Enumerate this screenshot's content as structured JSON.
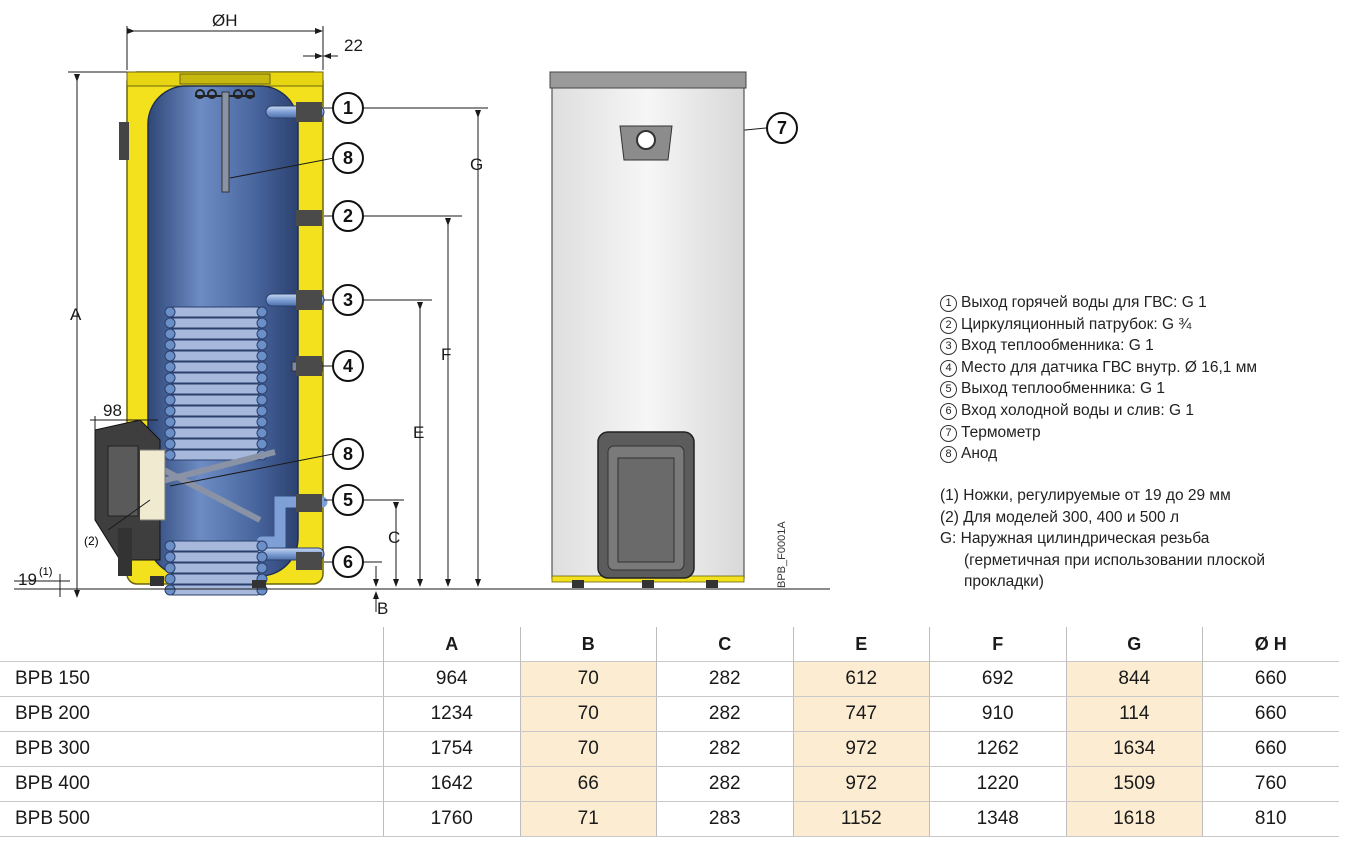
{
  "diagram": {
    "dimension_labels": {
      "diameter": "ØH",
      "offset_22": "22",
      "A": "A",
      "G": "G",
      "F": "F",
      "E": "E",
      "C": "C",
      "B": "B",
      "depth_98": "98",
      "foot_19": "19",
      "foot_19_note": "(1)",
      "note_2": "(2)"
    },
    "callouts": [
      "1",
      "8",
      "2",
      "3",
      "4",
      "8",
      "5",
      "6",
      "7"
    ],
    "drawing_code": "BPB_F0001A",
    "colors": {
      "insulation": "#f2e11c",
      "tank": "#4f6fa8",
      "casing": "#ebebeb",
      "coil": "#6b8fc7"
    }
  },
  "legend": [
    {
      "num": "1",
      "text": "Выход горячей воды для ГВС: G 1"
    },
    {
      "num": "2",
      "text": "Циркуляционный патрубок: G ¾"
    },
    {
      "num": "3",
      "text": "Вход теплообменника: G 1"
    },
    {
      "num": "4",
      "text": "Место для датчика ГВС внутр. Ø 16,1 мм"
    },
    {
      "num": "5",
      "text": "Выход теплообменника: G 1"
    },
    {
      "num": "6",
      "text": "Вход холодной воды и слив: G 1"
    },
    {
      "num": "7",
      "text": "Термометр"
    },
    {
      "num": "8",
      "text": "Анод"
    }
  ],
  "notes": [
    "(1) Ножки, регулируемые от 19 до 29 мм",
    "(2) Для моделей 300, 400 и 500 л",
    "G: Наружная цилиндрическая резьба",
    "(герметичная при использовании плоской",
    "прокладки)"
  ],
  "table": {
    "columns": [
      "A",
      "B",
      "C",
      "E",
      "F",
      "G",
      "Ø H"
    ],
    "rows": [
      {
        "model": "BPB 150",
        "values": [
          "964",
          "70",
          "282",
          "612",
          "692",
          "844",
          "660"
        ]
      },
      {
        "model": "BPB 200",
        "values": [
          "1234",
          "70",
          "282",
          "747",
          "910",
          "114",
          "660"
        ]
      },
      {
        "model": "BPB 300",
        "values": [
          "1754",
          "70",
          "282",
          "972",
          "1262",
          "1634",
          "660"
        ]
      },
      {
        "model": "BPB 400",
        "values": [
          "1642",
          "66",
          "282",
          "972",
          "1220",
          "1509",
          "760"
        ]
      },
      {
        "model": "BPB 500",
        "values": [
          "1760",
          "71",
          "283",
          "1152",
          "1348",
          "1618",
          "810"
        ]
      }
    ]
  }
}
